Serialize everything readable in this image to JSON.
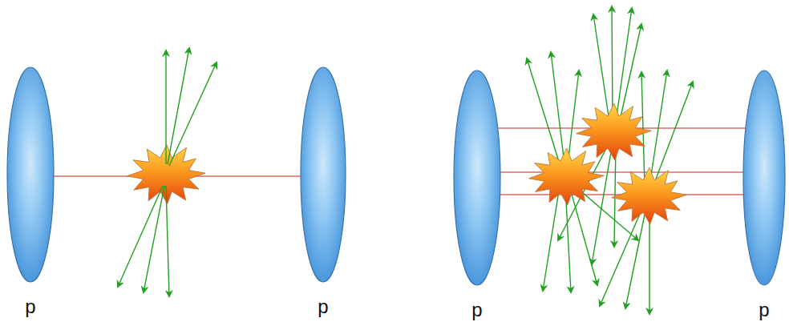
{
  "diagram": {
    "nodes": [
      {
        "text": [
          "p"
        ]
      },
      {
        "text": [
          "p"
        ]
      },
      {
        "text": [
          "p"
        ]
      },
      {
        "text": [
          "p"
        ]
      }
    ],
    "edges": [
      {
        "from": 0,
        "to": 1,
        "arrow": "none"
      },
      {
        "from": 2,
        "to": 3,
        "arrow": "none"
      },
      {
        "from": 2,
        "to": 3,
        "arrow": "none"
      },
      {
        "from": 2,
        "to": 3,
        "arrow": "none"
      }
    ]
  }
}
